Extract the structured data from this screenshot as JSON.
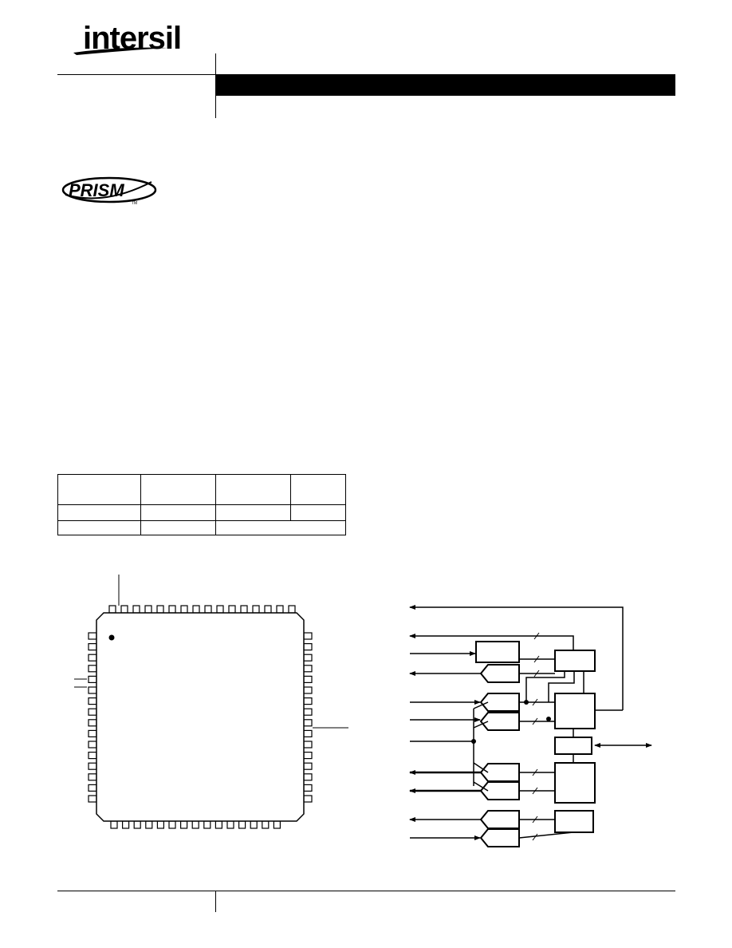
{
  "header": {
    "logo_text": "intersil",
    "title": "",
    "prism_logo_text": "PRISM",
    "trademark": "TM"
  },
  "ordering_table": {
    "headers": [
      "",
      "",
      "",
      ""
    ],
    "rows": [
      [
        "",
        "",
        "",
        ""
      ],
      [
        "",
        "",
        ""
      ]
    ]
  },
  "footer": {
    "left": "",
    "right": ""
  }
}
